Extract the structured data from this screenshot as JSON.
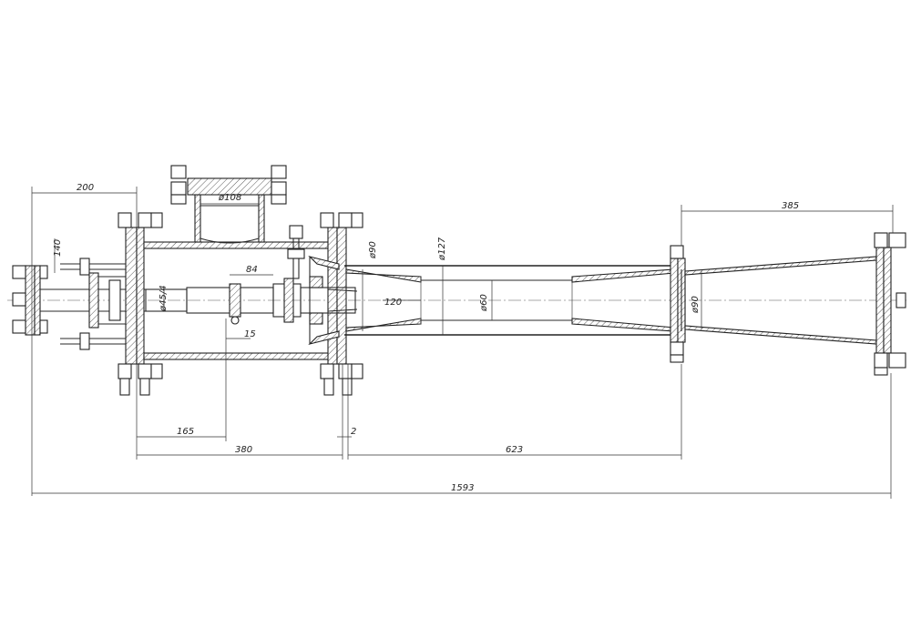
{
  "colors": {
    "line": "#222222",
    "background": "#ffffff"
  },
  "dimensions": {
    "d200": "200",
    "d140": "140",
    "d108": "ø108",
    "d84": "84",
    "d45": "ø45/4",
    "d15": "15",
    "d90a": "ø90",
    "d127": "ø127",
    "d120": "120",
    "d60": "ø60",
    "d90b": "ø90",
    "d385": "385",
    "d165": "165",
    "d380": "380",
    "d2": "2",
    "d623": "623",
    "d1593": "1593"
  }
}
